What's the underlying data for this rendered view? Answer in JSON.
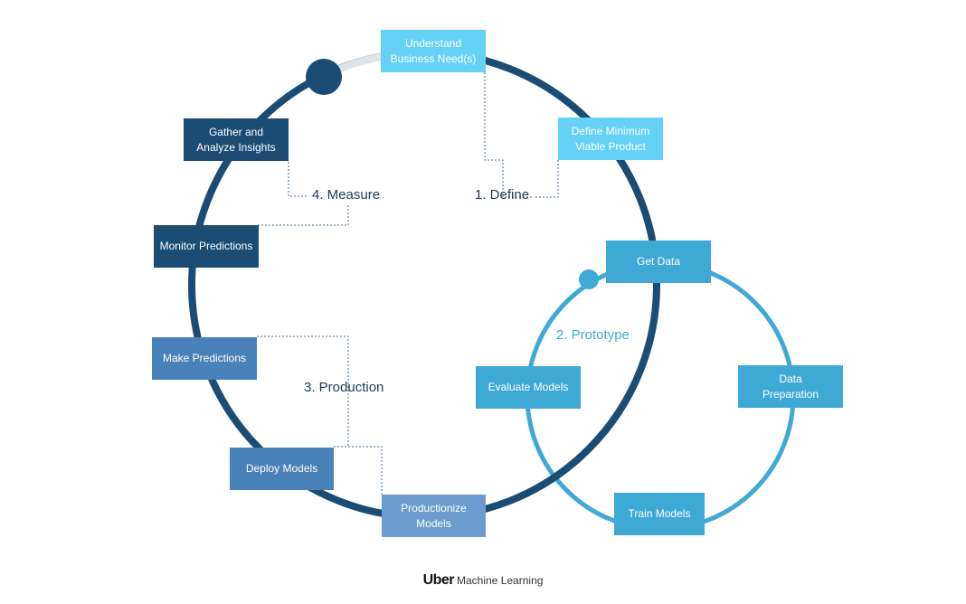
{
  "colors": {
    "define_light": "#64d1f5",
    "define_dark_ring": "#1b4c73",
    "measure_dark": "#1b4c73",
    "production_mid": "#4882b9",
    "production_light": "#6b9ccd",
    "prototype_blue": "#3fa9d6",
    "ring_gray": "#e0e3e7",
    "phase_dark_text": "#1f3b5a",
    "phase_prototype_text": "#3fa9d6",
    "connector_line": "#3d6b96"
  },
  "steps": {
    "understand_business_need": "Understand\nBusiness Need(s)",
    "define_mvp": "Define Minimum\nViable Product",
    "get_data": "Get Data",
    "data_preparation": "Data\nPreparation",
    "train_models": "Train Models",
    "evaluate_models": "Evaluate Models",
    "productionize_models": "Productionize\nModels",
    "deploy_models": "Deploy Models",
    "make_predictions": "Make Predictions",
    "monitor_predictions": "Monitor Predictions",
    "gather_analyze_insights": "Gather and\nAnalyze Insights"
  },
  "phases": {
    "define": "1. Define",
    "prototype": "2. Prototype",
    "production": "3. Production",
    "measure": "4. Measure"
  },
  "footer": {
    "brand": "Uber",
    "subtitle": "Machine Learning"
  }
}
